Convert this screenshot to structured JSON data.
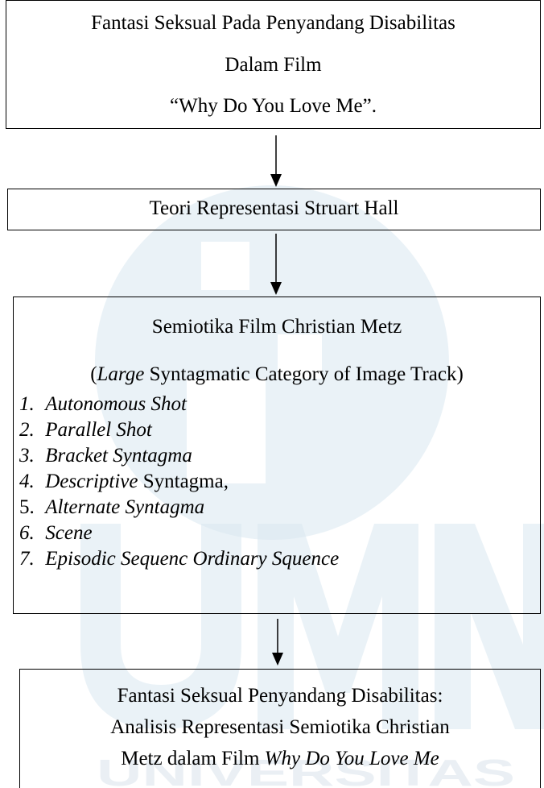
{
  "watermark": {
    "text": "UMN UNIVERSITAS"
  },
  "diagram": {
    "box1": {
      "line1": "Fantasi Seksual Pada Penyandang Disabilitas",
      "line2": "Dalam Film",
      "line3": "“Why Do You Love Me”."
    },
    "box2": {
      "line1": "Teori Representasi Struart Hall"
    },
    "box3": {
      "title": "Semiotika Film Christian Metz",
      "sub_open": "(",
      "sub_italic": "Large",
      "sub_rest": " Syntagmatic Category of Image Track)",
      "items": [
        {
          "num": "1.",
          "italic": "Autonomous Shot",
          "plain": ""
        },
        {
          "num": "2.",
          "italic": "Parallel Shot",
          "plain": ""
        },
        {
          "num": "3.",
          "italic": "Bracket Syntagma",
          "plain": ""
        },
        {
          "num": "4.",
          "italic": "Descriptive",
          "plain": " Syntagma,"
        },
        {
          "num": "5.",
          "italic": "Alternate Syntagma",
          "plain": ""
        },
        {
          "num": "6.",
          "italic": "Scene",
          "plain": ""
        },
        {
          "num": "7.",
          "italic": "Episodic Sequenc Ordinary Squence",
          "plain": ""
        }
      ]
    },
    "box4": {
      "line1": "Fantasi Seksual Penyandang Disabilitas:",
      "line2": "Analisis Representasi Semiotika Christian",
      "line3_plain": "Metz dalam Film ",
      "line3_italic": "Why Do You Love Me"
    }
  }
}
